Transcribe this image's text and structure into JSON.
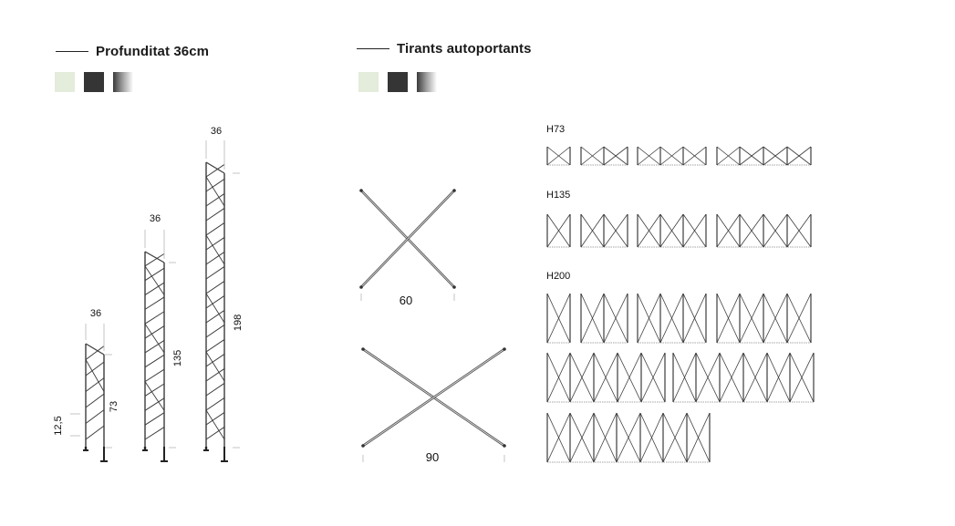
{
  "sections": {
    "depth": {
      "title": "Profunditat 36cm"
    },
    "braces": {
      "title": "Tirants autoportants"
    }
  },
  "colors": {
    "swatch_light": "#e4ecdb",
    "swatch_dark": "#353535",
    "swatch_gradient": [
      "#3a3a3a",
      "#9a9a9a",
      "#ffffff"
    ],
    "line": "#3c3c3c",
    "dimension": "#b5b5b5"
  },
  "frames": [
    {
      "depth_label": "36",
      "height_label": "73",
      "foot_label": "12,5"
    },
    {
      "depth_label": "36",
      "height_label": "135"
    },
    {
      "depth_label": "36",
      "height_label": "198"
    }
  ],
  "braces": [
    {
      "width_label": "60"
    },
    {
      "width_label": "90"
    }
  ],
  "configs": [
    {
      "label": "H73"
    },
    {
      "label": "H135"
    },
    {
      "label": "H200"
    }
  ]
}
